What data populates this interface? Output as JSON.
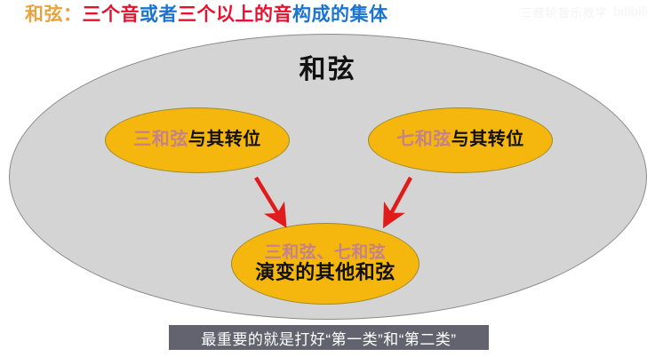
{
  "title": {
    "segments": [
      {
        "text": "和弦：",
        "color_class": "t-gold",
        "color": "#E8A33D"
      },
      {
        "text": "三个音",
        "color_class": "t-red",
        "color": "#E8112D"
      },
      {
        "text": "或者",
        "color_class": "t-blue",
        "color": "#1B75D0"
      },
      {
        "text": "三个以上的音",
        "color_class": "t-red",
        "color": "#E8112D"
      },
      {
        "text": "构成的集体",
        "color_class": "t-blue",
        "color": "#1B75D0"
      }
    ]
  },
  "watermark": {
    "username": "三音阶音乐教学",
    "logo": "bilibili"
  },
  "diagram": {
    "container_label": "和弦",
    "nodes": [
      {
        "id": "triad",
        "lines": [
          {
            "text": "三和弦",
            "style": "rose"
          },
          {
            "text": "与其转位",
            "style": "black"
          }
        ]
      },
      {
        "id": "seventh",
        "lines": [
          {
            "text": "七和弦",
            "style": "rose"
          },
          {
            "text": "与其转位",
            "style": "black"
          }
        ]
      },
      {
        "id": "derived",
        "line1": "三和弦、七和弦",
        "line2": "演变的其他和弦"
      }
    ],
    "arrow_color": "#E01B1B"
  },
  "subtitle": {
    "text": "最重要的就是打好“第一类”和“第二类”"
  },
  "colors": {
    "background": "#FFFFFF",
    "grey_ellipse": "#D4D4D4",
    "grey_ellipse_border": "#8A8A8A",
    "yellow_ellipse": "#F5B60D",
    "yellow_ellipse_border": "#9D8B2C",
    "rose_text": "#C4828A",
    "black_text": "#111111",
    "subtitle_bar": "rgba(55,55,70,0.78)"
  }
}
